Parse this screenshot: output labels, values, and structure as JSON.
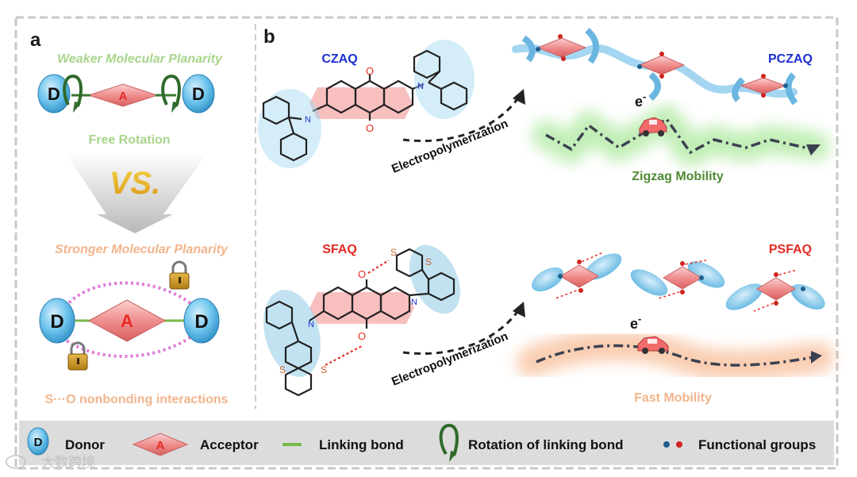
{
  "panel_a": {
    "label": "a",
    "weak_title": "Weaker Molecular Planarity",
    "free_rotation": "Free Rotation",
    "vs": "VS.",
    "strong_title": "Stronger Molecular Planarity",
    "nonbonding": "S···O nonbonding interactions",
    "donor_letter": "D",
    "acceptor_letter": "A"
  },
  "panel_b": {
    "label": "b",
    "czaq": "CZAQ",
    "sfaq": "SFAQ",
    "pczaq": "PCZAQ",
    "psfaq": "PSFAQ",
    "electropolymerization": "Electropolymerization",
    "electron": "e",
    "electron_sup": "-",
    "zigzag": "Zigzag Mobility",
    "fast": "Fast Mobility",
    "atom_o": "O",
    "atom_n": "N",
    "atom_s": "S"
  },
  "legend": {
    "donor": "Donor",
    "acceptor": "Acceptor",
    "linking_bond": "Linking bond",
    "rotation": "Rotation of linking bond",
    "functional_groups": "Functional groups"
  },
  "watermark": "大数跨境",
  "colors": {
    "green_text": "#a8d58a",
    "orange_text": "#f2b48c",
    "blue_label": "#1d2fd0",
    "red_label": "#e52a23",
    "donor_fill": "#6cc3ec",
    "acceptor_fill": "#f09a9a",
    "glow_green": "#8fe07a",
    "glow_orange": "#f7b287",
    "zigzag_text": "#4f8a33",
    "dark_green": "#2f6a2a"
  }
}
